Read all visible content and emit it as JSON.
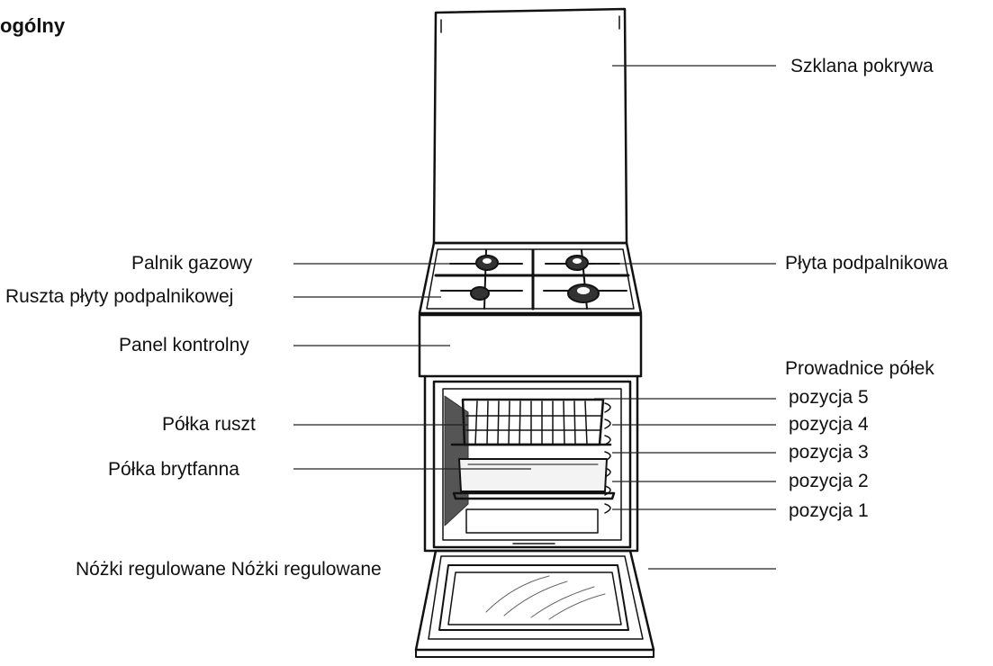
{
  "title": "ogólny",
  "labels": {
    "glass_lid": "Szklana pokrywa",
    "gas_burner": "Palnik gazowy",
    "burner_plate": "Płyta podpalnikowa",
    "hob_grates": "Ruszta płyty podpalnikowej",
    "control_panel": "Panel kontrolny",
    "shelf_guides": "Prowadnice półek",
    "position_5": "pozycja 5",
    "position_4": "pozycja 4",
    "position_3": "pozycja 3",
    "position_2": "pozycja 2",
    "position_1": "pozycja 1",
    "wire_shelf": "Półka ruszt",
    "baking_tray": "Półka brytfanna",
    "adjustable_feet": "Nóżki regulowane Nóżki regulowane"
  }
}
